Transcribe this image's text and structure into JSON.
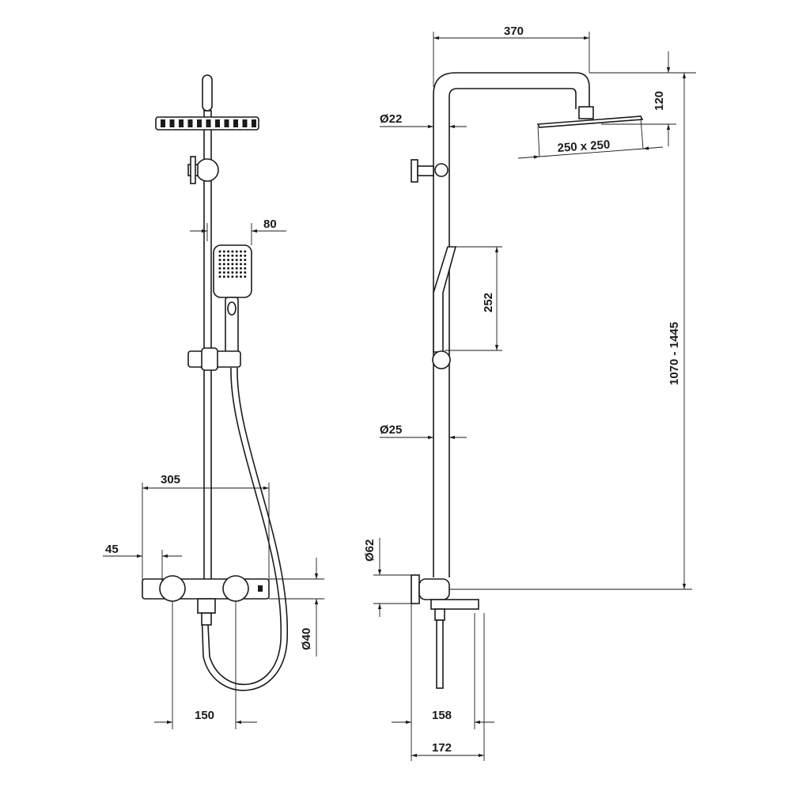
{
  "title": "Shower system technical drawing",
  "dimensions": {
    "arm_length": "370",
    "arm_height": "120",
    "arm_diameter": "Ø22",
    "head_size": "250 x 250",
    "hand_shower_width": "80",
    "hand_shower_length": "252",
    "height_range": "1070 - 1445",
    "rail_diameter": "Ø25",
    "mixer_width": "305",
    "mixer_offset": "45",
    "mixer_body_diameter": "Ø62",
    "mixer_diameter": "Ø40",
    "inlet_spacing": "150",
    "spout_reach": "158",
    "total_depth": "172"
  }
}
